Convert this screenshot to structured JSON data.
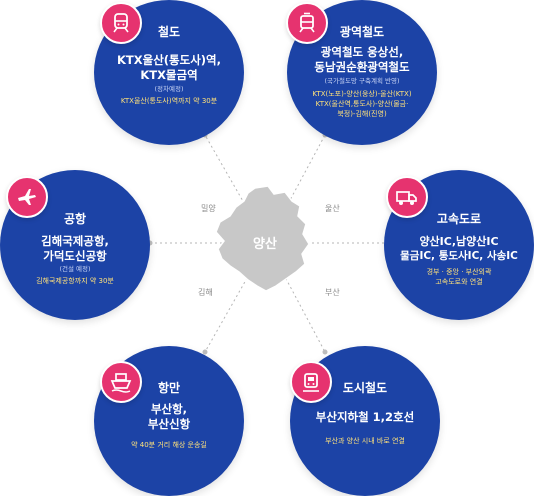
{
  "center": {
    "label": "양산"
  },
  "regions": {
    "milyang": "밀양",
    "ulsan": "울산",
    "gimhae": "김해",
    "busan": "부산"
  },
  "nodes": {
    "rail": {
      "title": "철도",
      "main_1": "KTX울산(통도사)역,",
      "main_2": "KTX물금역",
      "note": "(정차예정)",
      "desc": "KTX울산(통도사)역까지 약 30분",
      "icon": "train-icon"
    },
    "metro_rail": {
      "title": "광역철도",
      "main_1": "광역철도 웅상선,",
      "main_2": "동남권순환광역철도",
      "note": "(국가철도망 구축계획 반영)",
      "desc_1": "KTX(노포)-양산(웅상)-울산(KTX)",
      "desc_2": "KTX(울산역,통도사)-양산(물금·",
      "desc_3": "북정)-김해(진영)",
      "icon": "tram-icon"
    },
    "airport": {
      "title": "공항",
      "main_1": "김해국제공항,",
      "main_2": "가덕도신공항",
      "note": "(건설 예정)",
      "desc": "김해국제공항까지 약 30분",
      "icon": "airplane-icon"
    },
    "expressway": {
      "title": "고속도로",
      "main_1": "양산IC,남양산IC",
      "main_2": "물금IC, 통도사IC, 사송IC",
      "desc_1": "경부 · 중앙 · 부산외곽",
      "desc_2": "고속도로와 연결",
      "icon": "truck-icon"
    },
    "port": {
      "title": "항만",
      "main_1": "부산항,",
      "main_2": "부산신항",
      "desc": "약 40분 거리 해상 운송길",
      "icon": "ship-icon"
    },
    "subway": {
      "title": "도시철도",
      "main_1": "부산지하철 1,2호선",
      "desc": "부산과 양산 시내 바로 연결",
      "icon": "subway-icon"
    }
  },
  "colors": {
    "circle": "#1c43a6",
    "badge": "#e6336f",
    "highlight": "#ffe27a",
    "map": "#c8c8c8"
  }
}
